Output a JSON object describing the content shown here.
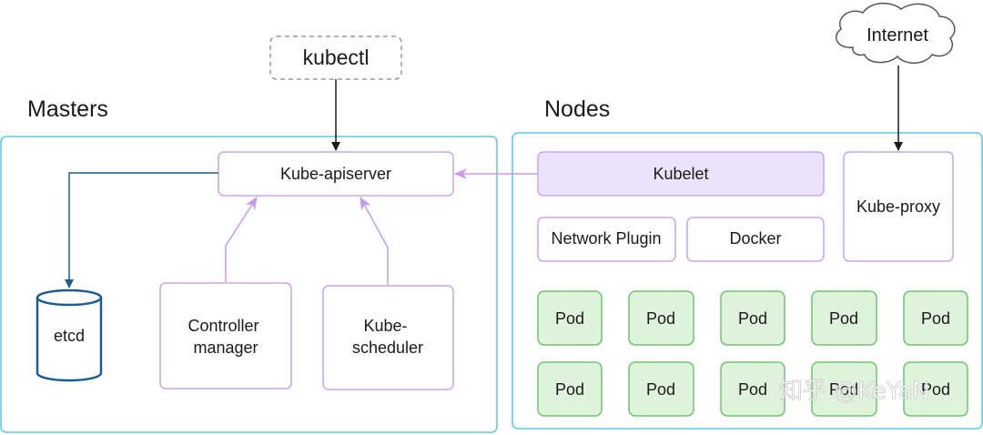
{
  "external": {
    "kubectl": "kubectl",
    "internet": "Internet"
  },
  "masters": {
    "title": "Masters",
    "apiserver": "Kube-apiserver",
    "etcd": "etcd",
    "controller_manager": [
      "Controller",
      "manager"
    ],
    "scheduler": [
      "Kube-",
      "scheduler"
    ]
  },
  "nodes": {
    "title": "Nodes",
    "kubelet": "Kubelet",
    "kube_proxy": "Kube-proxy",
    "network_plugin": "Network Plugin",
    "docker": "Docker",
    "pods": [
      "Pod",
      "Pod",
      "Pod",
      "Pod",
      "Pod",
      "Pod",
      "Pod",
      "Pod",
      "Pod",
      "Pod"
    ]
  },
  "watermark": "知乎 @KeYaN",
  "colors": {
    "cluster_border": "#5bc8e6",
    "purple_border": "#c9a6e3",
    "purple_fill": "#ebe3fa",
    "purple_arrow": "#c79be8",
    "pod_border": "#6fc46f",
    "pod_fill": "#dff3dc",
    "etcd_stroke": "#1f5d8f",
    "etcd_line": "#2a6f9b",
    "arrow_black": "#1a1a1a",
    "kubectl_border": "#999999"
  }
}
